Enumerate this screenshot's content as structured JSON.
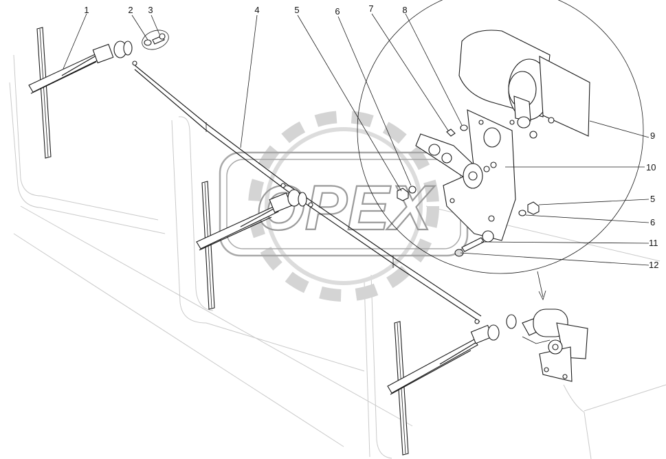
{
  "diagram": {
    "callouts": {
      "c1": "1",
      "c2": "2",
      "c3": "3",
      "c4": "4",
      "c5": "5",
      "c6": "6",
      "c7": "7",
      "c8": "8",
      "c9": "9",
      "c10": "10",
      "c5b": "5",
      "c6b": "6",
      "c11": "11",
      "c12": "12"
    },
    "watermark": "OPEX"
  }
}
